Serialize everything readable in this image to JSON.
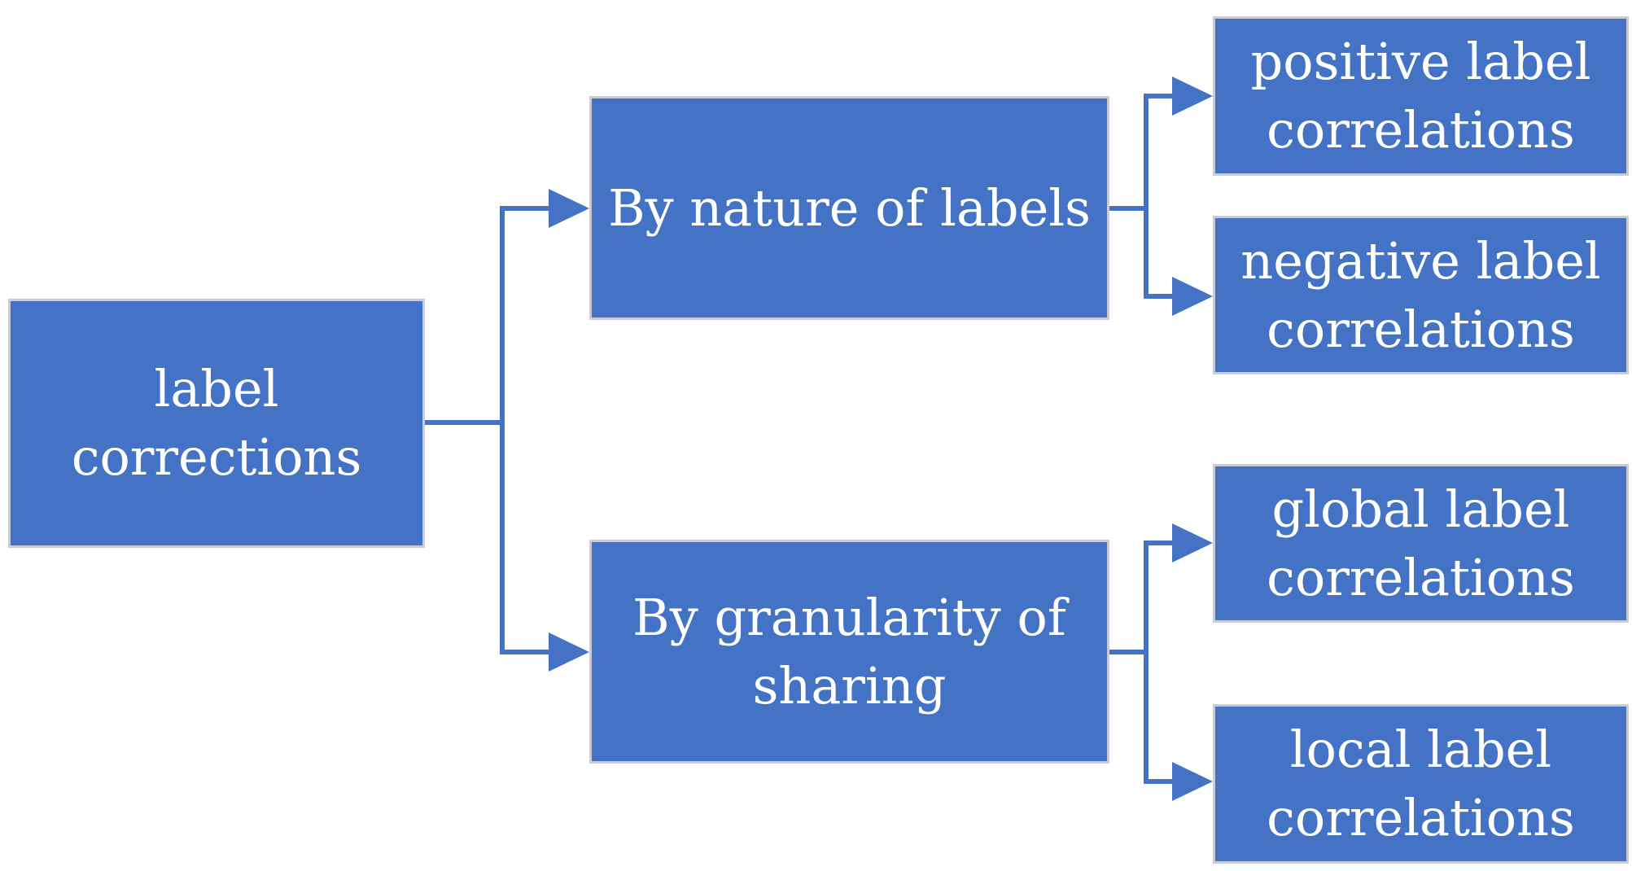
{
  "diagram": {
    "accent_color": "#4472c4",
    "border_color": "#c9ccd6",
    "text_color": "#ffffff",
    "nodes": {
      "root": {
        "label": "label\ncorrections"
      },
      "nature": {
        "label": "By nature of labels"
      },
      "granularity": {
        "label": "By granularity of\nsharing"
      },
      "positive": {
        "label": "positive label\ncorrelations"
      },
      "negative": {
        "label": "negative label\ncorrelations"
      },
      "global": {
        "label": "global label\ncorrelations"
      },
      "local": {
        "label": "local label\ncorrelations"
      }
    },
    "edges": [
      {
        "from": "label corrections",
        "to": "By nature of labels"
      },
      {
        "from": "label corrections",
        "to": "By granularity of sharing"
      },
      {
        "from": "By nature of labels",
        "to": "positive label correlations"
      },
      {
        "from": "By nature of labels",
        "to": "negative label correlations"
      },
      {
        "from": "By granularity of sharing",
        "to": "global label correlations"
      },
      {
        "from": "By granularity of sharing",
        "to": "local label correlations"
      }
    ]
  }
}
